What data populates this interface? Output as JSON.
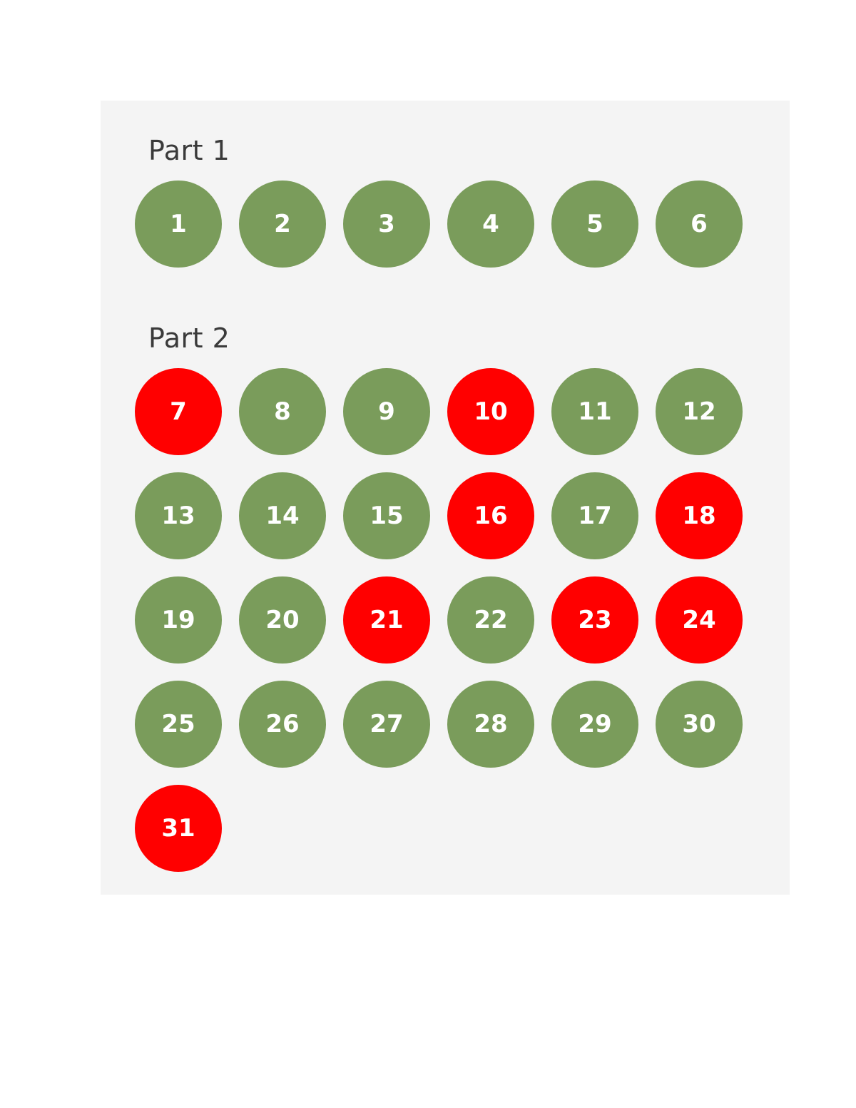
{
  "parts": [
    {
      "title": "Part 1",
      "questions": [
        {
          "number": "1",
          "status": "answered"
        },
        {
          "number": "2",
          "status": "answered"
        },
        {
          "number": "3",
          "status": "answered"
        },
        {
          "number": "4",
          "status": "answered"
        },
        {
          "number": "5",
          "status": "answered"
        },
        {
          "number": "6",
          "status": "answered"
        }
      ]
    },
    {
      "title": "Part 2",
      "questions": [
        {
          "number": "7",
          "status": "wrong"
        },
        {
          "number": "8",
          "status": "answered"
        },
        {
          "number": "9",
          "status": "answered"
        },
        {
          "number": "10",
          "status": "wrong"
        },
        {
          "number": "11",
          "status": "answered"
        },
        {
          "number": "12",
          "status": "answered"
        },
        {
          "number": "13",
          "status": "answered"
        },
        {
          "number": "14",
          "status": "answered"
        },
        {
          "number": "15",
          "status": "answered"
        },
        {
          "number": "16",
          "status": "wrong"
        },
        {
          "number": "17",
          "status": "answered"
        },
        {
          "number": "18",
          "status": "wrong"
        },
        {
          "number": "19",
          "status": "answered"
        },
        {
          "number": "20",
          "status": "answered"
        },
        {
          "number": "21",
          "status": "wrong"
        },
        {
          "number": "22",
          "status": "answered"
        },
        {
          "number": "23",
          "status": "wrong"
        },
        {
          "number": "24",
          "status": "wrong"
        },
        {
          "number": "25",
          "status": "answered"
        },
        {
          "number": "26",
          "status": "answered"
        },
        {
          "number": "27",
          "status": "answered"
        },
        {
          "number": "28",
          "status": "answered"
        },
        {
          "number": "29",
          "status": "answered"
        },
        {
          "number": "30",
          "status": "answered"
        },
        {
          "number": "31",
          "status": "wrong"
        }
      ]
    }
  ],
  "colors": {
    "answered": "#7a9c5b",
    "wrong": "#ff0000",
    "panel_background": "#f4f4f4",
    "text": "#ffffff"
  }
}
